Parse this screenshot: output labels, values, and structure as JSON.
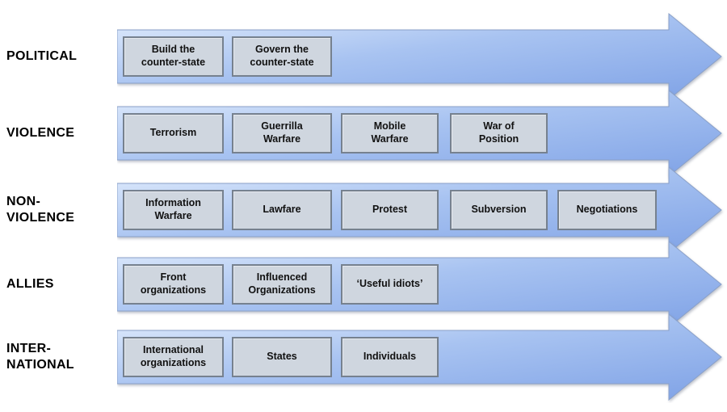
{
  "rows": [
    {
      "label": "POLITICAL",
      "items": [
        "Build the\ncounter-state",
        "Govern the\ncounter-state"
      ]
    },
    {
      "label": "VIOLENCE",
      "items": [
        "Terrorism",
        "Guerrilla\nWarfare",
        "Mobile\nWarfare",
        "War of\nPosition"
      ]
    },
    {
      "label": "NON-\nVIOLENCE",
      "items": [
        "Information\nWarfare",
        "Lawfare",
        "Protest",
        "Subversion",
        "Negotiations"
      ]
    },
    {
      "label": "ALLIES",
      "items": [
        "Front\norganizations",
        "Influenced\nOrganizations",
        "‘Useful idiots’"
      ]
    },
    {
      "label": "INTER-\nNATIONAL",
      "items": [
        "International\norganizations",
        "States",
        "Individuals"
      ]
    }
  ],
  "colors": {
    "arrow_gradient_light": "#e1ecfc",
    "arrow_gradient_mid": "#a8c3f1",
    "arrow_gradient_dark": "#7fa2e6",
    "arrow_outline": "#8aa0c8",
    "box_fill": "#cfd6df",
    "box_border": "#76818f",
    "box_text": "#111111",
    "label_text": "#000000"
  }
}
